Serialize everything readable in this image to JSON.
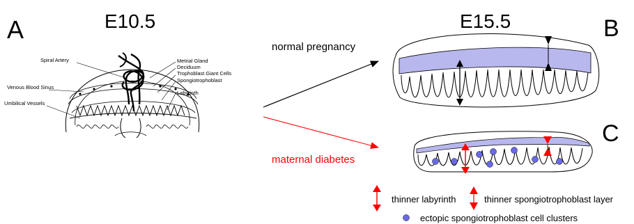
{
  "panels": {
    "a": {
      "letter": "A",
      "stage": "E10.5"
    },
    "b": {
      "letter": "B",
      "stage": "E15.5"
    },
    "c": {
      "letter": "C"
    }
  },
  "anatomy_labels": {
    "spiral_artery": "Spiral Artery",
    "venous_blood_sinus": "Venous Blood Sinus",
    "umbilical_vessels": "Umbilical Vessels",
    "metrial_gland": "Metrial Gland",
    "deciduum": "Deciduum",
    "trophoblast_giant_cells": "Trophoblast Giant Cells",
    "spongiotrophoblast": "Spongiotrophoblast",
    "labyrinth": "Labyrinth"
  },
  "pathways": {
    "normal": "normal pregnancy",
    "diabetes": "maternal diabetes"
  },
  "legend": {
    "thinner_labyrinth": "thinner labyrinth",
    "thinner_spongio": "thinner spongiotrophoblast layer",
    "ectopic_clusters": "ectopic spongiotrophoblast cell clusters"
  },
  "colors": {
    "ink": "#000000",
    "red": "#ff0000",
    "spongio_fill": "#b8b8ee",
    "cluster_fill": "#6a6ae6"
  }
}
